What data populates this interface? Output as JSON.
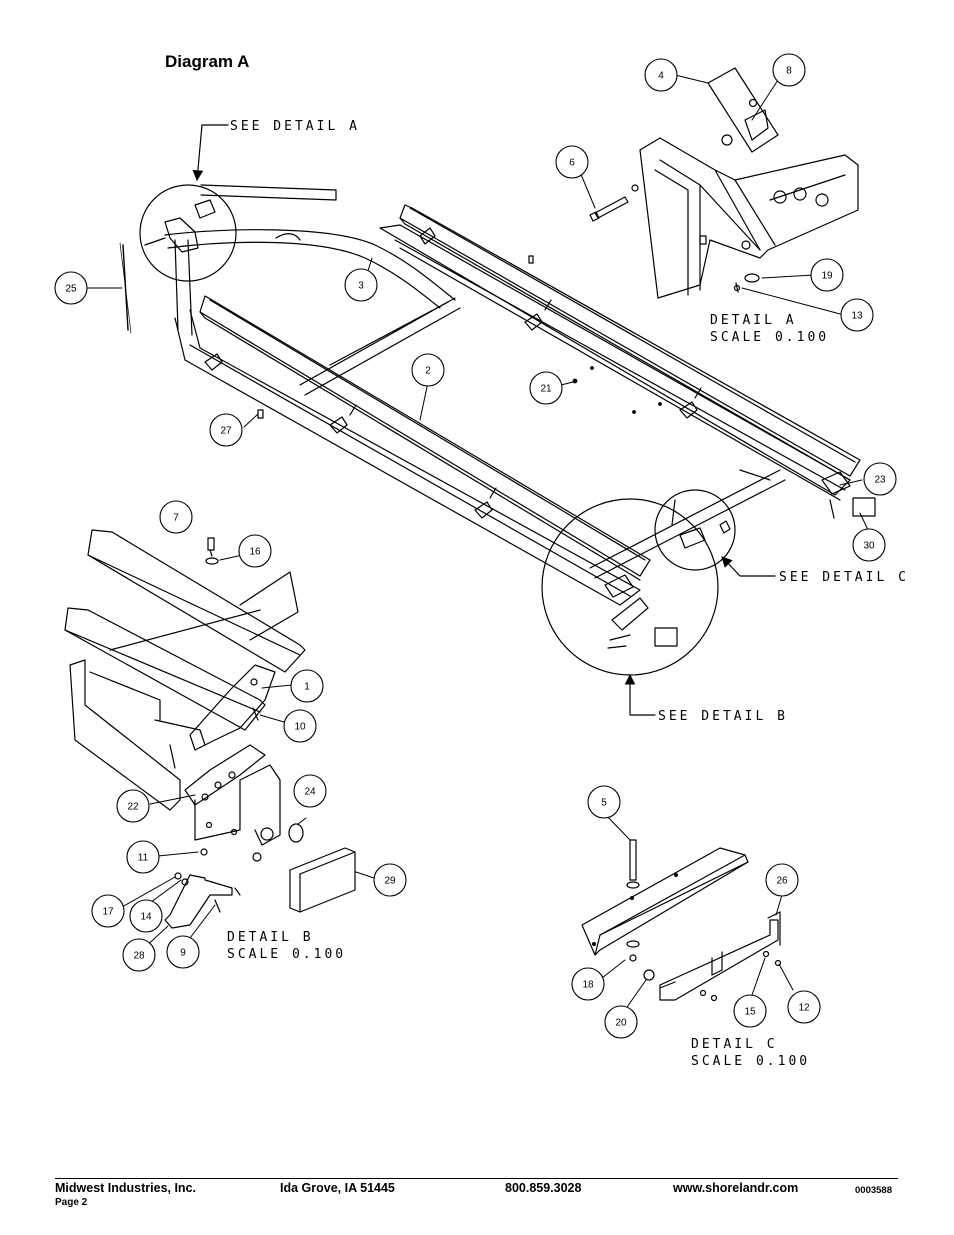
{
  "title": "Diagram A",
  "callouts": [
    {
      "label": "1"
    },
    {
      "label": "2"
    },
    {
      "label": "3"
    },
    {
      "label": "4"
    },
    {
      "label": "5"
    },
    {
      "label": "6"
    },
    {
      "label": "7"
    },
    {
      "label": "8"
    },
    {
      "label": "9"
    },
    {
      "label": "10"
    },
    {
      "label": "11"
    },
    {
      "label": "12"
    },
    {
      "label": "13"
    },
    {
      "label": "14"
    },
    {
      "label": "15"
    },
    {
      "label": "16"
    },
    {
      "label": "17"
    },
    {
      "label": "18"
    },
    {
      "label": "19"
    },
    {
      "label": "20"
    },
    {
      "label": "21"
    },
    {
      "label": "22"
    },
    {
      "label": "23"
    },
    {
      "label": "24"
    },
    {
      "label": "25"
    },
    {
      "label": "26"
    },
    {
      "label": "27"
    },
    {
      "label": "28"
    },
    {
      "label": "29"
    },
    {
      "label": "30"
    }
  ],
  "detail_refs": {
    "a": "SEE DETAIL A",
    "b": "SEE DETAIL B",
    "c": "SEE DETAIL C"
  },
  "details": {
    "a": {
      "name": "DETAIL A",
      "scale": "SCALE 0.100"
    },
    "b": {
      "name": "DETAIL B",
      "scale": "SCALE 0.100"
    },
    "c": {
      "name": "DETAIL C",
      "scale": "SCALE 0.100"
    }
  },
  "footer": {
    "company": "Midwest Industries, Inc.",
    "city": "Ida Grove, IA  51445",
    "phone": "800.859.3028",
    "website": "www.shorelandr.com",
    "doc_number": "0003588",
    "page": "Page 2"
  }
}
